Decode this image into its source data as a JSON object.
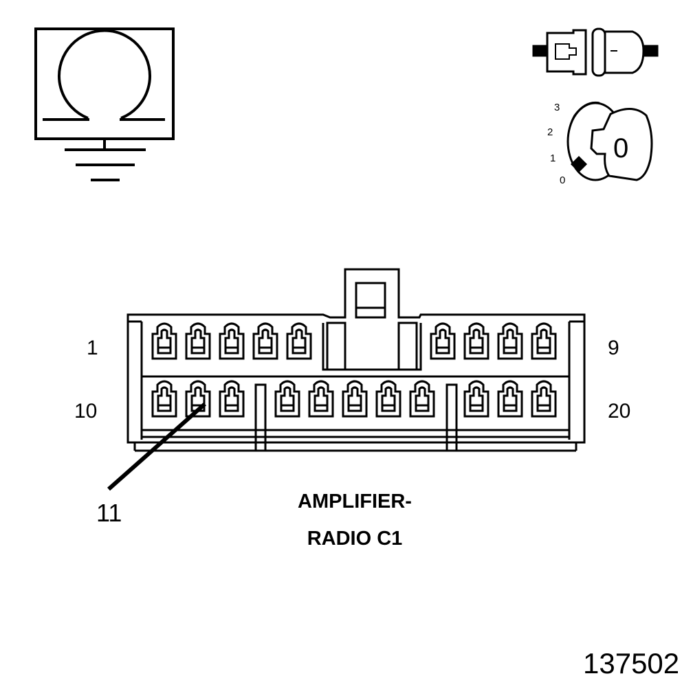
{
  "ohmmeter": {
    "symbol": "Ω"
  },
  "ignition_switch": {
    "positions": [
      "3",
      "2",
      "1",
      "0"
    ],
    "key_position": "0"
  },
  "connector": {
    "name_line1": "AMPLIFIER-",
    "name_line2": "RADIO C1",
    "pin_labels": {
      "top_left": "1",
      "top_right": "9",
      "bottom_left": "10",
      "bottom_right": "20"
    },
    "callout_pin": "11",
    "top_row_pin_count": 9,
    "bottom_row_pin_count": 11
  },
  "figure_number": "137502"
}
